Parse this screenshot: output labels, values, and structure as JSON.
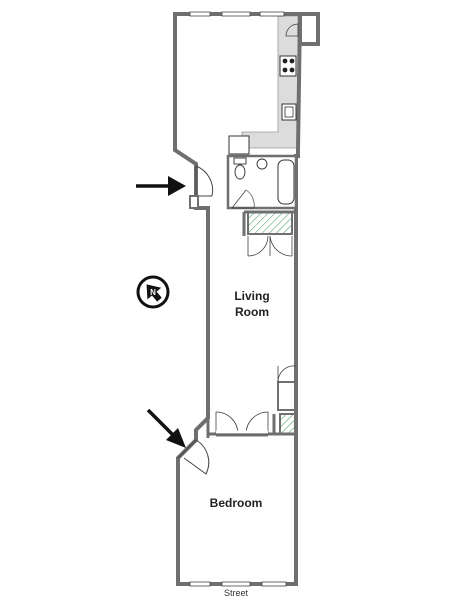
{
  "rooms": {
    "living_line1": "Living",
    "living_line2": "Room",
    "bedroom": "Bedroom"
  },
  "street_label": "Street",
  "compass_letter": "N",
  "colors": {
    "wall": "#6f6f6f",
    "kitchen_counter": "#dcdcdc",
    "closet_hatch": "#3a9a5a",
    "arrow": "#111111"
  }
}
